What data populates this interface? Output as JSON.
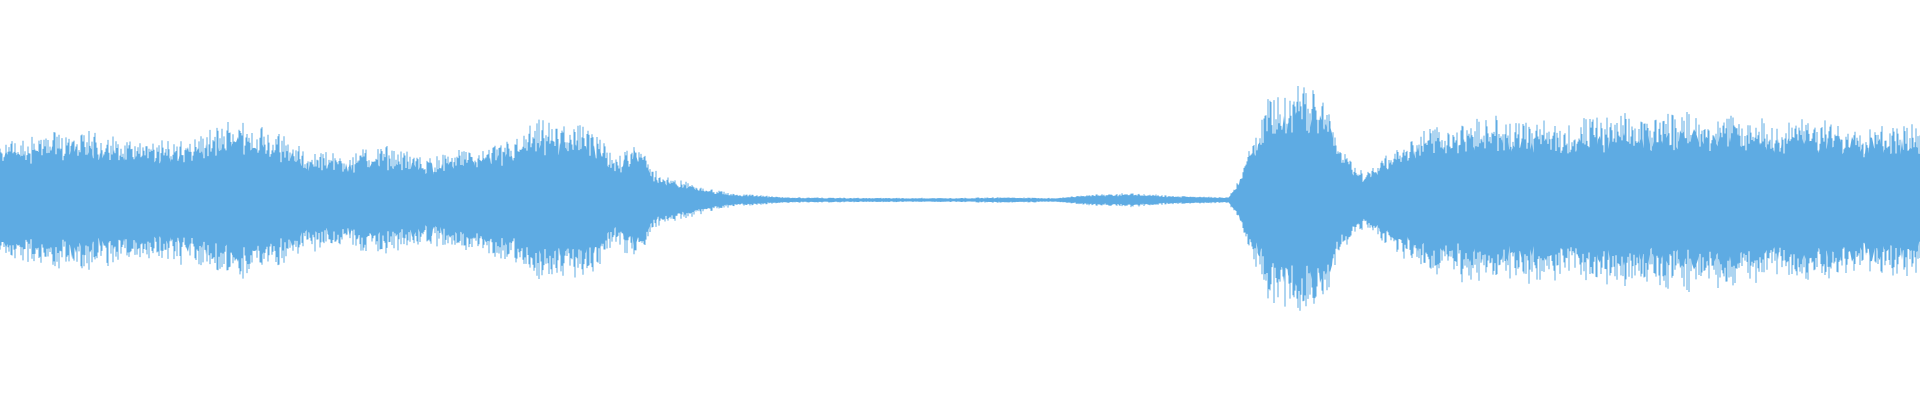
{
  "waveform": {
    "color": "#5eabe3",
    "background": "#ffffff",
    "envelope": [
      [
        0.0,
        0.42
      ],
      [
        0.02,
        0.45
      ],
      [
        0.04,
        0.52
      ],
      [
        0.06,
        0.44
      ],
      [
        0.08,
        0.4
      ],
      [
        0.1,
        0.46
      ],
      [
        0.12,
        0.55
      ],
      [
        0.14,
        0.5
      ],
      [
        0.16,
        0.35
      ],
      [
        0.18,
        0.33
      ],
      [
        0.2,
        0.38
      ],
      [
        0.22,
        0.31
      ],
      [
        0.24,
        0.34
      ],
      [
        0.26,
        0.4
      ],
      [
        0.27,
        0.45
      ],
      [
        0.28,
        0.55
      ],
      [
        0.3,
        0.53
      ],
      [
        0.31,
        0.48
      ],
      [
        0.32,
        0.3
      ],
      [
        0.33,
        0.45
      ],
      [
        0.34,
        0.22
      ],
      [
        0.35,
        0.15
      ],
      [
        0.36,
        0.12
      ],
      [
        0.37,
        0.08
      ],
      [
        0.38,
        0.05
      ],
      [
        0.39,
        0.04
      ],
      [
        0.4,
        0.03
      ],
      [
        0.41,
        0.02
      ],
      [
        0.45,
        0.015
      ],
      [
        0.5,
        0.015
      ],
      [
        0.52,
        0.02
      ],
      [
        0.55,
        0.015
      ],
      [
        0.57,
        0.04
      ],
      [
        0.59,
        0.05
      ],
      [
        0.61,
        0.03
      ],
      [
        0.64,
        0.02
      ],
      [
        0.645,
        0.15
      ],
      [
        0.66,
        0.7
      ],
      [
        0.68,
        0.8
      ],
      [
        0.69,
        0.75
      ],
      [
        0.7,
        0.35
      ],
      [
        0.71,
        0.2
      ],
      [
        0.72,
        0.3
      ],
      [
        0.74,
        0.5
      ],
      [
        0.76,
        0.55
      ],
      [
        0.78,
        0.58
      ],
      [
        0.8,
        0.56
      ],
      [
        0.82,
        0.55
      ],
      [
        0.84,
        0.58
      ],
      [
        0.86,
        0.6
      ],
      [
        0.88,
        0.62
      ],
      [
        0.9,
        0.6
      ],
      [
        0.92,
        0.55
      ],
      [
        0.94,
        0.56
      ],
      [
        0.96,
        0.55
      ],
      [
        0.98,
        0.54
      ],
      [
        1.0,
        0.52
      ]
    ]
  }
}
